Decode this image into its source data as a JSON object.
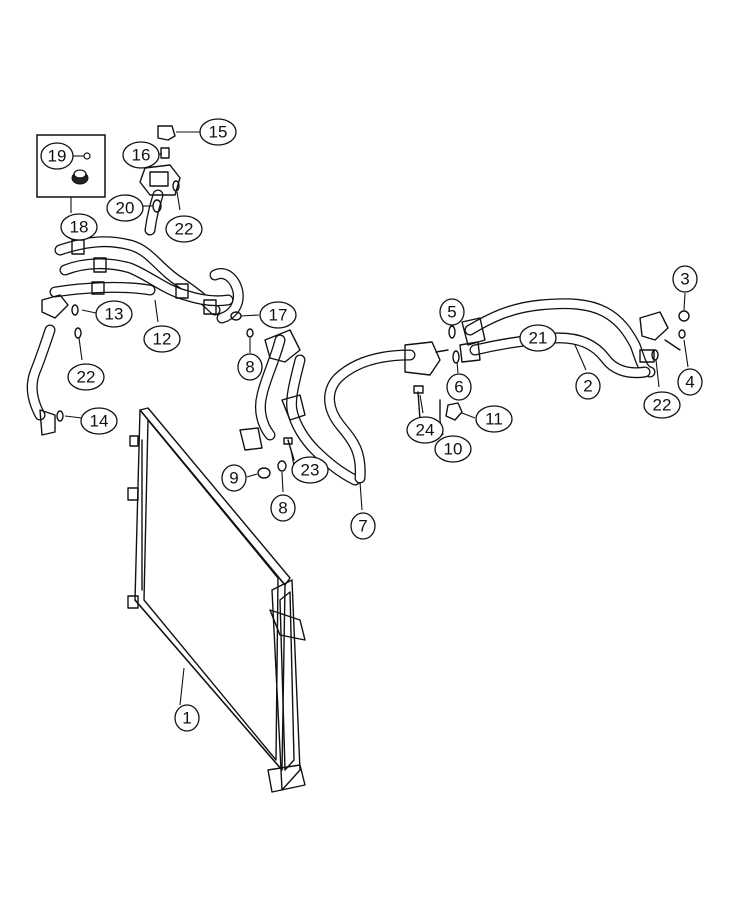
{
  "callouts": [
    {
      "label": "1"
    },
    {
      "label": "2"
    },
    {
      "label": "3"
    },
    {
      "label": "4"
    },
    {
      "label": "5"
    },
    {
      "label": "6"
    },
    {
      "label": "7"
    },
    {
      "label": "8"
    },
    {
      "label": "8"
    },
    {
      "label": "9"
    },
    {
      "label": "10"
    },
    {
      "label": "11"
    },
    {
      "label": "12"
    },
    {
      "label": "13"
    },
    {
      "label": "14"
    },
    {
      "label": "15"
    },
    {
      "label": "16"
    },
    {
      "label": "17"
    },
    {
      "label": "18"
    },
    {
      "label": "19"
    },
    {
      "label": "20"
    },
    {
      "label": "21"
    },
    {
      "label": "22"
    },
    {
      "label": "22"
    },
    {
      "label": "22"
    },
    {
      "label": "23"
    },
    {
      "label": "24"
    }
  ]
}
